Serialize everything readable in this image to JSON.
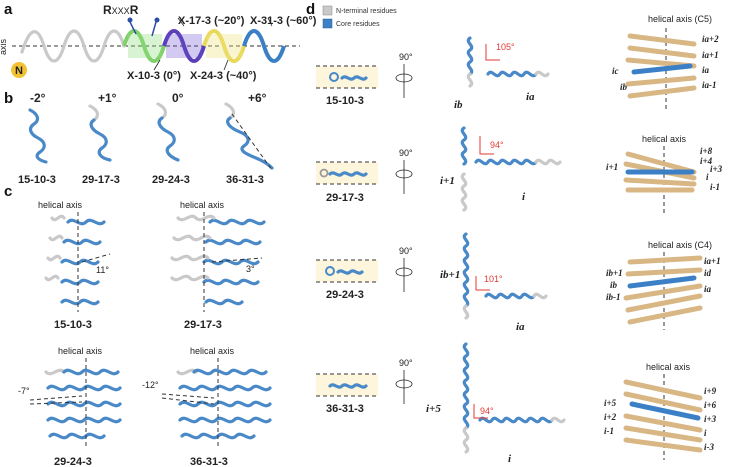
{
  "panel_labels": [
    "a",
    "b",
    "c",
    "d"
  ],
  "panel_a": {
    "axis_label": "axis",
    "n_label": "N",
    "motif_r1": "R",
    "motif_xxx": "XXX",
    "motif_r2": "R",
    "x10": "X-10-3 (0°)",
    "x17": "X-17-3 (~20°)",
    "x24": "X-24-3 (~40°)",
    "x31": "X-31-3 (~60°)"
  },
  "panel_b": {
    "angles": [
      "-2°",
      "+1°",
      "0°",
      "+6°"
    ],
    "names": [
      "15-10-3",
      "29-17-3",
      "29-24-3",
      "36-31-3"
    ]
  },
  "panel_c": {
    "helical_axis": "helical axis",
    "angles": [
      "11°",
      "3°",
      "-7°",
      "-12°"
    ],
    "names": [
      "15-10-3",
      "29-17-3",
      "29-24-3",
      "36-31-3"
    ]
  },
  "panel_d": {
    "legend_nterm": "N-terminal residues",
    "legend_core": "Core residues",
    "rotation": "90°",
    "names": [
      "15-10-3",
      "29-17-3",
      "29-24-3",
      "36-31-3"
    ],
    "angles": [
      "105°",
      "94°",
      "101°",
      "94°"
    ],
    "axis_titles": [
      "helical axis (C5)",
      "helical axis",
      "helical axis (C4)",
      "helical axis"
    ],
    "row1": {
      "vert": "ib",
      "horiz": "ia",
      "labels": [
        "ia+2",
        "ia+1",
        "ic",
        "ib",
        "ia",
        "ia-1"
      ]
    },
    "row2": {
      "vert": "i+1",
      "horiz": "i",
      "labels": [
        "i+8",
        "i+4",
        "i+3",
        "i+1",
        "i",
        "i-1"
      ]
    },
    "row3": {
      "vert": "ib+1",
      "horiz": "ia",
      "labels": [
        "ia+1",
        "ib+1",
        "id",
        "ib",
        "ia",
        "ib-1"
      ]
    },
    "row4": {
      "vert": "i+5",
      "horiz": "i",
      "labels": [
        "i+9",
        "i+6",
        "i+5",
        "i+3",
        "i+2",
        "i",
        "i-1",
        "i-3"
      ]
    }
  }
}
